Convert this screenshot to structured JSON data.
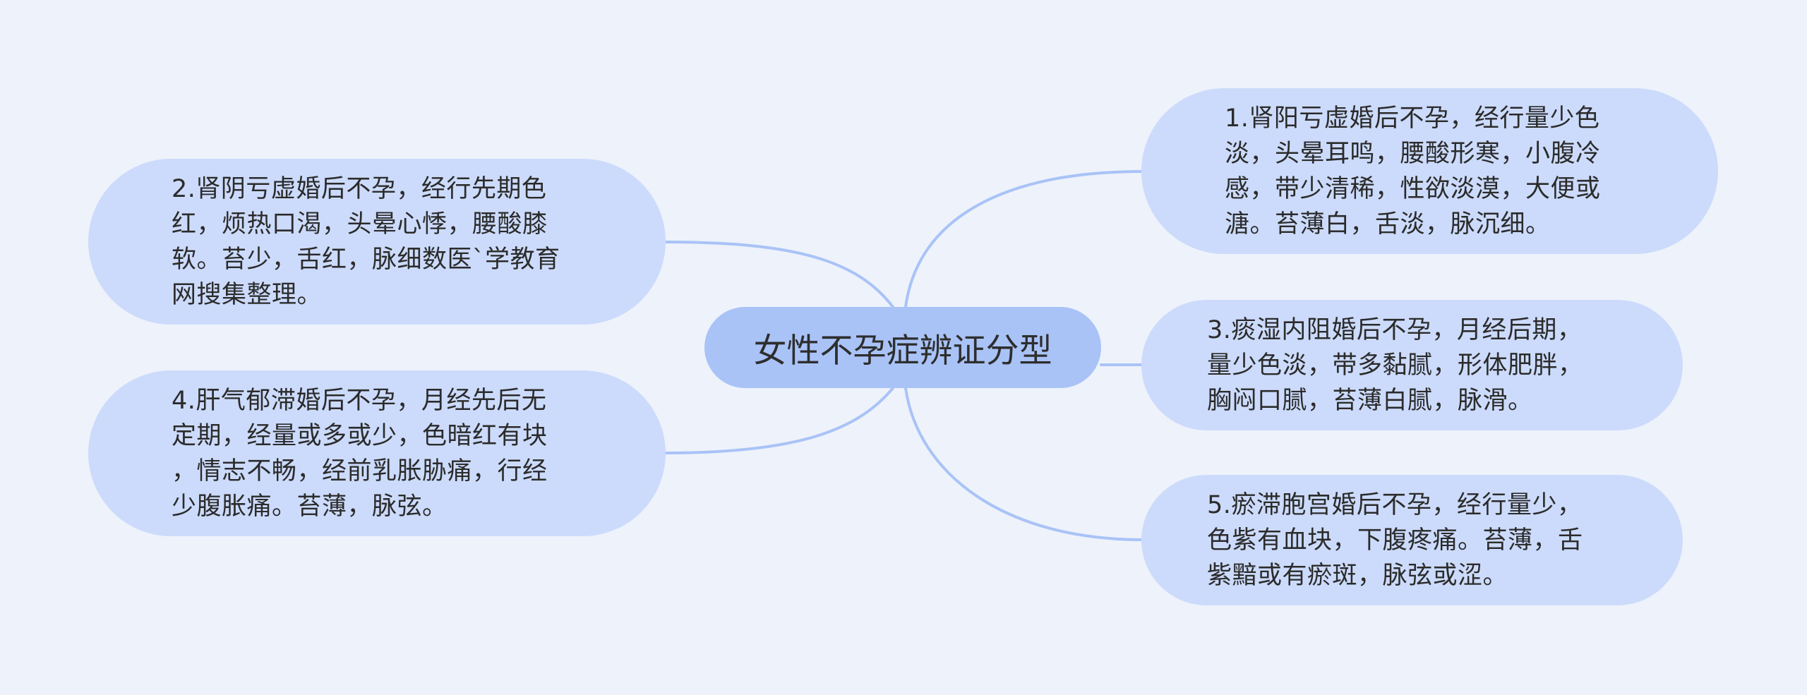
{
  "colors": {
    "background": "#eef2fb",
    "center_fill": "#a9c3f7",
    "branch_fill": "#ccdbfb",
    "connector": "#a9c3f7",
    "text": "#2b2b2b"
  },
  "center": {
    "label": "女性不孕症辨证分型"
  },
  "branches": {
    "b1": "1.肾阳亏虚婚后不孕，经行量少色\n淡，头晕耳鸣，腰酸形寒，小腹冷\n感，带少清稀，性欲淡漠，大便或\n溏。苔薄白，舌淡，脉沉细。",
    "b2": "2.肾阴亏虚婚后不孕，经行先期色\n红，烦热口渴，头晕心悸，腰酸膝\n软。苔少，舌红，脉细数医`学教育\n网搜集整理。",
    "b3": "3.痰湿内阻婚后不孕，月经后期，\n量少色淡，带多黏腻，形体肥胖，\n胸闷口腻，苔薄白腻，脉滑。",
    "b4": "4.肝气郁滞婚后不孕，月经先后无\n定期，经量或多或少，色暗红有块\n，情志不畅，经前乳胀胁痛，行经\n少腹胀痛。苔薄，脉弦。",
    "b5": "5.瘀滞胞宫婚后不孕，经行量少，\n色紫有血块，下腹疼痛。苔薄，舌\n紫黯或有瘀斑，脉弦或涩。"
  }
}
